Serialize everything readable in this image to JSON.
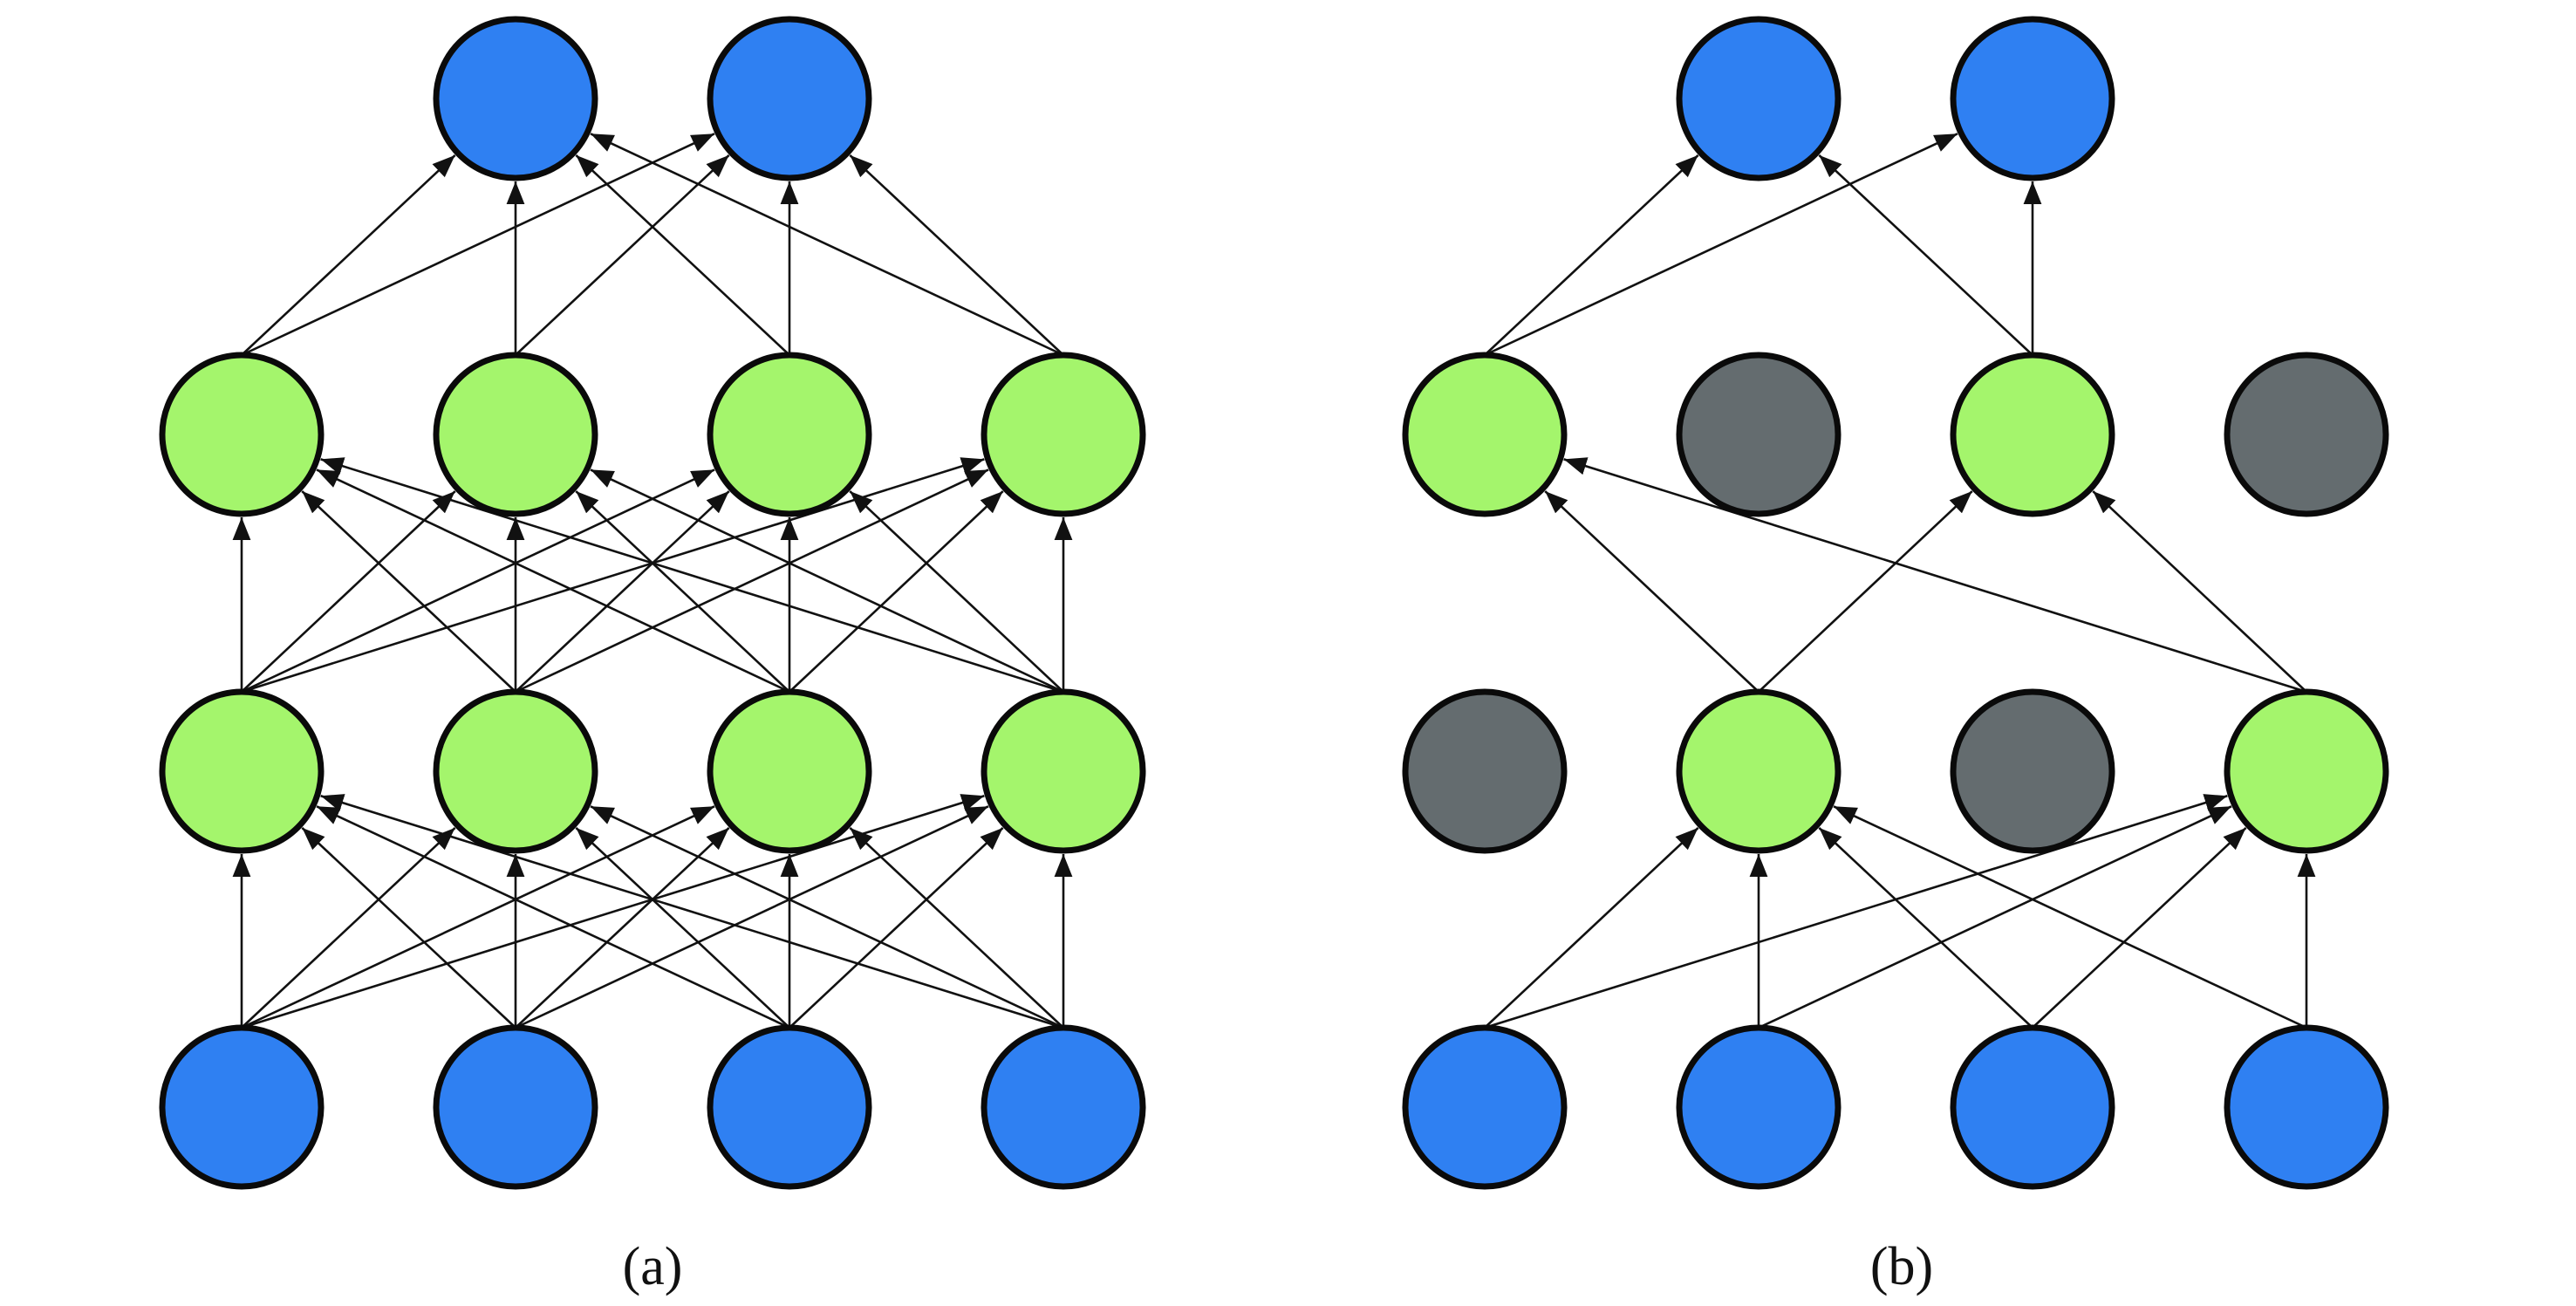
{
  "colors": {
    "input": "#2f80f2",
    "output": "#2f80f2",
    "hidden": "#a4f56c",
    "dropped": "#646c6f",
    "stroke": "#0a0a0a",
    "edge": "#111111",
    "background": "#ffffff"
  },
  "panels": [
    {
      "id": "a",
      "caption": "(a)",
      "layers": [
        {
          "role": "input",
          "units": [
            "active",
            "active",
            "active",
            "active"
          ]
        },
        {
          "role": "hidden",
          "units": [
            "active",
            "active",
            "active",
            "active"
          ]
        },
        {
          "role": "hidden",
          "units": [
            "active",
            "active",
            "active",
            "active"
          ]
        },
        {
          "role": "output",
          "units": [
            "active",
            "active"
          ]
        }
      ],
      "connections": [
        {
          "from": 0,
          "to": 1,
          "pairs": [
            [
              0,
              0
            ],
            [
              0,
              1
            ],
            [
              0,
              2
            ],
            [
              0,
              3
            ],
            [
              1,
              0
            ],
            [
              1,
              1
            ],
            [
              1,
              2
            ],
            [
              1,
              3
            ],
            [
              2,
              0
            ],
            [
              2,
              1
            ],
            [
              2,
              2
            ],
            [
              2,
              3
            ],
            [
              3,
              0
            ],
            [
              3,
              1
            ],
            [
              3,
              2
            ],
            [
              3,
              3
            ]
          ]
        },
        {
          "from": 1,
          "to": 2,
          "pairs": [
            [
              0,
              0
            ],
            [
              0,
              1
            ],
            [
              0,
              2
            ],
            [
              0,
              3
            ],
            [
              1,
              0
            ],
            [
              1,
              1
            ],
            [
              1,
              2
            ],
            [
              1,
              3
            ],
            [
              2,
              0
            ],
            [
              2,
              1
            ],
            [
              2,
              2
            ],
            [
              2,
              3
            ],
            [
              3,
              0
            ],
            [
              3,
              1
            ],
            [
              3,
              2
            ],
            [
              3,
              3
            ]
          ]
        },
        {
          "from": 2,
          "to": 3,
          "pairs": [
            [
              0,
              0
            ],
            [
              0,
              1
            ],
            [
              1,
              0
            ],
            [
              1,
              1
            ],
            [
              2,
              0
            ],
            [
              2,
              1
            ],
            [
              3,
              0
            ],
            [
              3,
              1
            ]
          ]
        }
      ]
    },
    {
      "id": "b",
      "caption": "(b)",
      "layers": [
        {
          "role": "input",
          "units": [
            "active",
            "active",
            "active",
            "active"
          ]
        },
        {
          "role": "hidden",
          "units": [
            "dropped",
            "active",
            "dropped",
            "active"
          ]
        },
        {
          "role": "hidden",
          "units": [
            "active",
            "dropped",
            "active",
            "dropped"
          ]
        },
        {
          "role": "output",
          "units": [
            "active",
            "active"
          ]
        }
      ],
      "connections": [
        {
          "from": 0,
          "to": 1,
          "pairs": [
            [
              0,
              1
            ],
            [
              0,
              3
            ],
            [
              1,
              1
            ],
            [
              1,
              3
            ],
            [
              2,
              1
            ],
            [
              2,
              3
            ],
            [
              3,
              1
            ],
            [
              3,
              3
            ]
          ]
        },
        {
          "from": 1,
          "to": 2,
          "pairs": [
            [
              1,
              0
            ],
            [
              1,
              2
            ],
            [
              3,
              0
            ],
            [
              3,
              2
            ]
          ]
        },
        {
          "from": 2,
          "to": 3,
          "pairs": [
            [
              0,
              0
            ],
            [
              0,
              1
            ],
            [
              2,
              0
            ],
            [
              2,
              1
            ]
          ]
        }
      ]
    }
  ]
}
